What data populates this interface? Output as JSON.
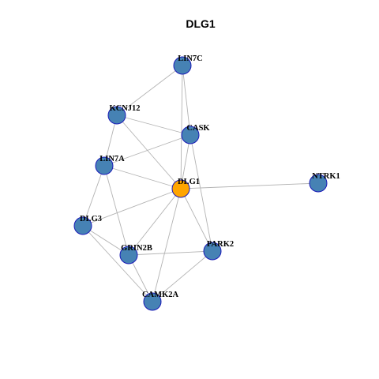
{
  "title": "DLG1",
  "node_fill_default": "#4682b4",
  "node_fill_highlight": "#ffa500",
  "node_stroke": "#1a1ab8",
  "edge_color": "#b3b3b3",
  "nodes": [
    {
      "id": "LIN7C",
      "highlight": false
    },
    {
      "id": "KCNJ12",
      "highlight": false
    },
    {
      "id": "CASK",
      "highlight": false
    },
    {
      "id": "LIN7A",
      "highlight": false
    },
    {
      "id": "DLG1",
      "highlight": true
    },
    {
      "id": "NTRK1",
      "highlight": false
    },
    {
      "id": "DLG3",
      "highlight": false
    },
    {
      "id": "GRIN2B",
      "highlight": false
    },
    {
      "id": "PARK2",
      "highlight": false
    },
    {
      "id": "CAMK2A",
      "highlight": false
    }
  ],
  "edges": [
    [
      "LIN7C",
      "KCNJ12"
    ],
    [
      "LIN7C",
      "CASK"
    ],
    [
      "LIN7C",
      "DLG1"
    ],
    [
      "KCNJ12",
      "CASK"
    ],
    [
      "KCNJ12",
      "LIN7A"
    ],
    [
      "KCNJ12",
      "DLG1"
    ],
    [
      "CASK",
      "LIN7A"
    ],
    [
      "CASK",
      "DLG1"
    ],
    [
      "CASK",
      "PARK2"
    ],
    [
      "LIN7A",
      "DLG1"
    ],
    [
      "LIN7A",
      "DLG3"
    ],
    [
      "LIN7A",
      "GRIN2B"
    ],
    [
      "DLG1",
      "NTRK1"
    ],
    [
      "DLG1",
      "DLG3"
    ],
    [
      "DLG1",
      "GRIN2B"
    ],
    [
      "DLG1",
      "PARK2"
    ],
    [
      "DLG1",
      "CAMK2A"
    ],
    [
      "DLG3",
      "GRIN2B"
    ],
    [
      "DLG3",
      "CAMK2A"
    ],
    [
      "GRIN2B",
      "PARK2"
    ],
    [
      "GRIN2B",
      "CAMK2A"
    ],
    [
      "PARK2",
      "CAMK2A"
    ]
  ]
}
